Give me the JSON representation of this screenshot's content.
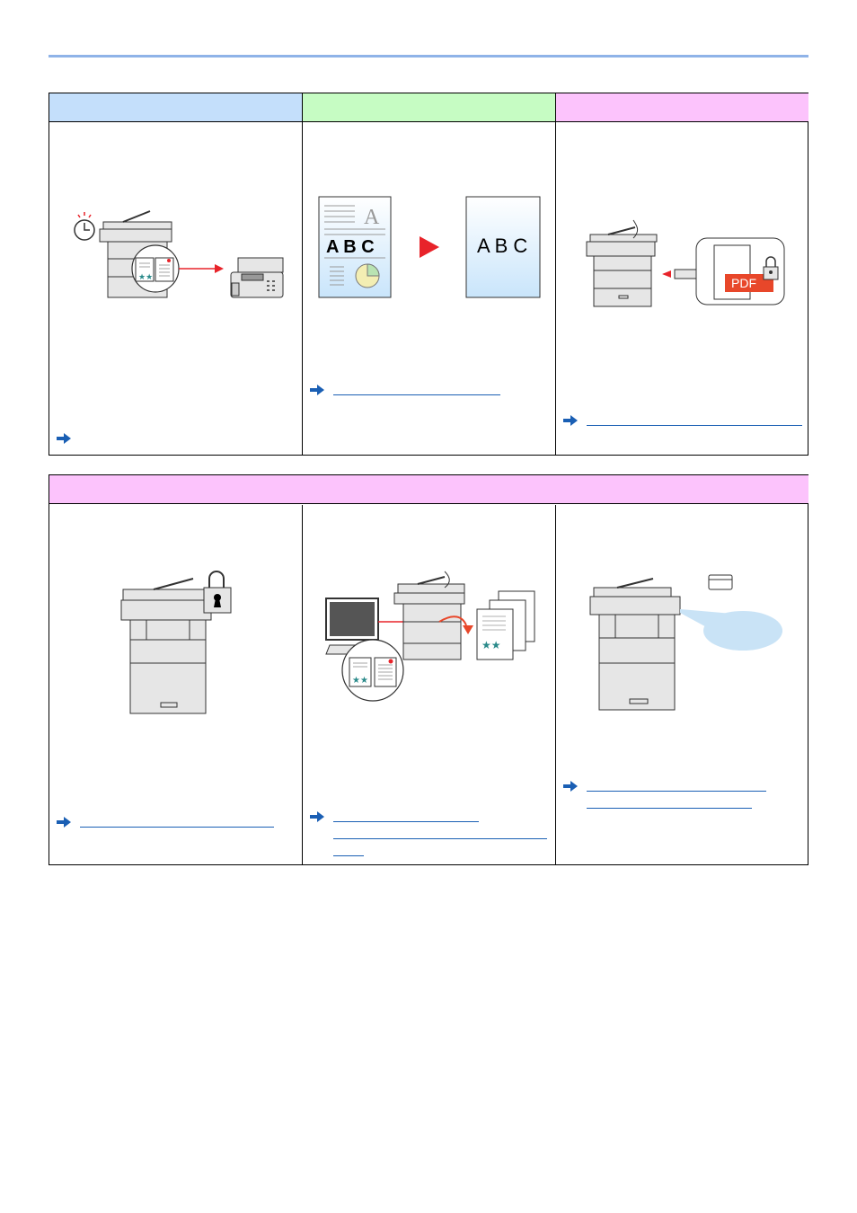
{
  "colors": {
    "rule": "#8fb3e8",
    "header_blue": "#c4dffb",
    "header_green": "#c6fcc3",
    "header_pink": "#fcc3fc",
    "link": "#1a5fb4",
    "red": "#e8232a"
  },
  "figure_text": {
    "abc_before": "A B C",
    "abc_after": "A B C",
    "abc_letter": "A",
    "pdf": "PDF"
  },
  "icons": [
    "clock-icon",
    "fax-machine-icon",
    "usb-icon",
    "padlock-icon",
    "computer-icon",
    "card-icon",
    "link-arrow-icon"
  ]
}
